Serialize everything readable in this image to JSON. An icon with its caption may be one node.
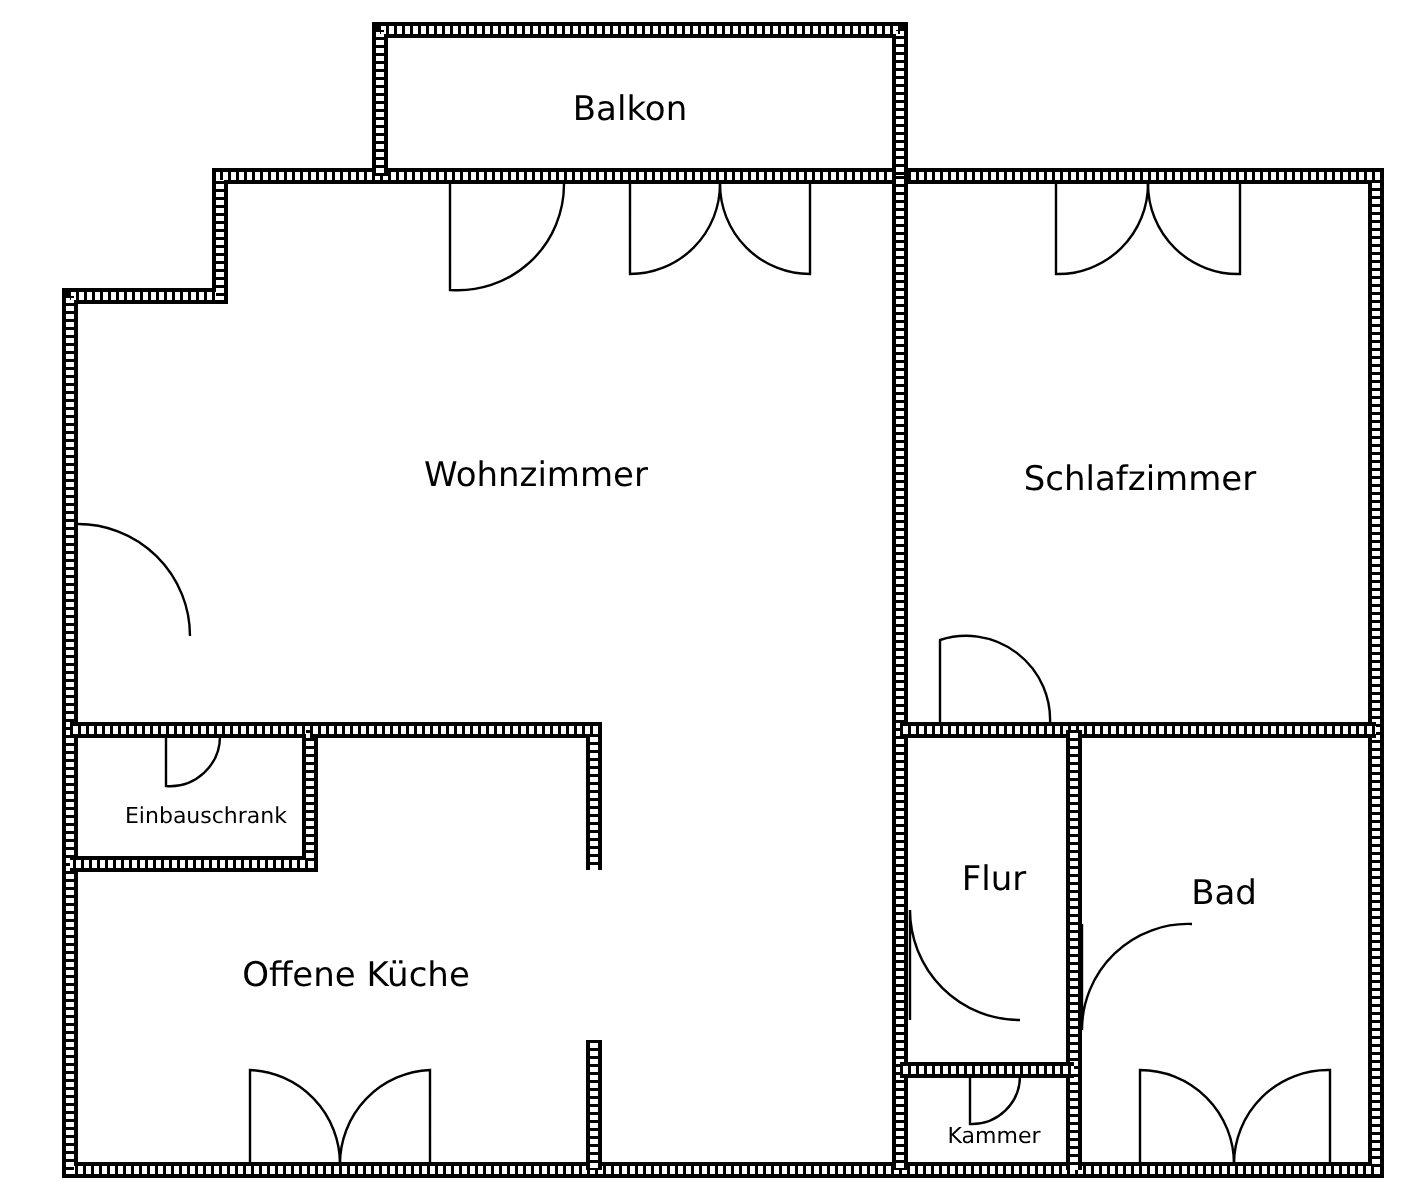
{
  "diagram": {
    "nodes": [
      {
        "text": [
          "Balkon"
        ]
      },
      {
        "text": [
          "Wohnzimmer"
        ]
      },
      {
        "text": [
          "Schlafzimmer"
        ]
      },
      {
        "text": [
          "Einbauschrank"
        ]
      },
      {
        "text": [
          "Flur"
        ]
      },
      {
        "text": [
          "Bad"
        ]
      },
      {
        "text": [
          "Offene Küche"
        ]
      },
      {
        "text": [
          "Kammer"
        ]
      }
    ]
  }
}
